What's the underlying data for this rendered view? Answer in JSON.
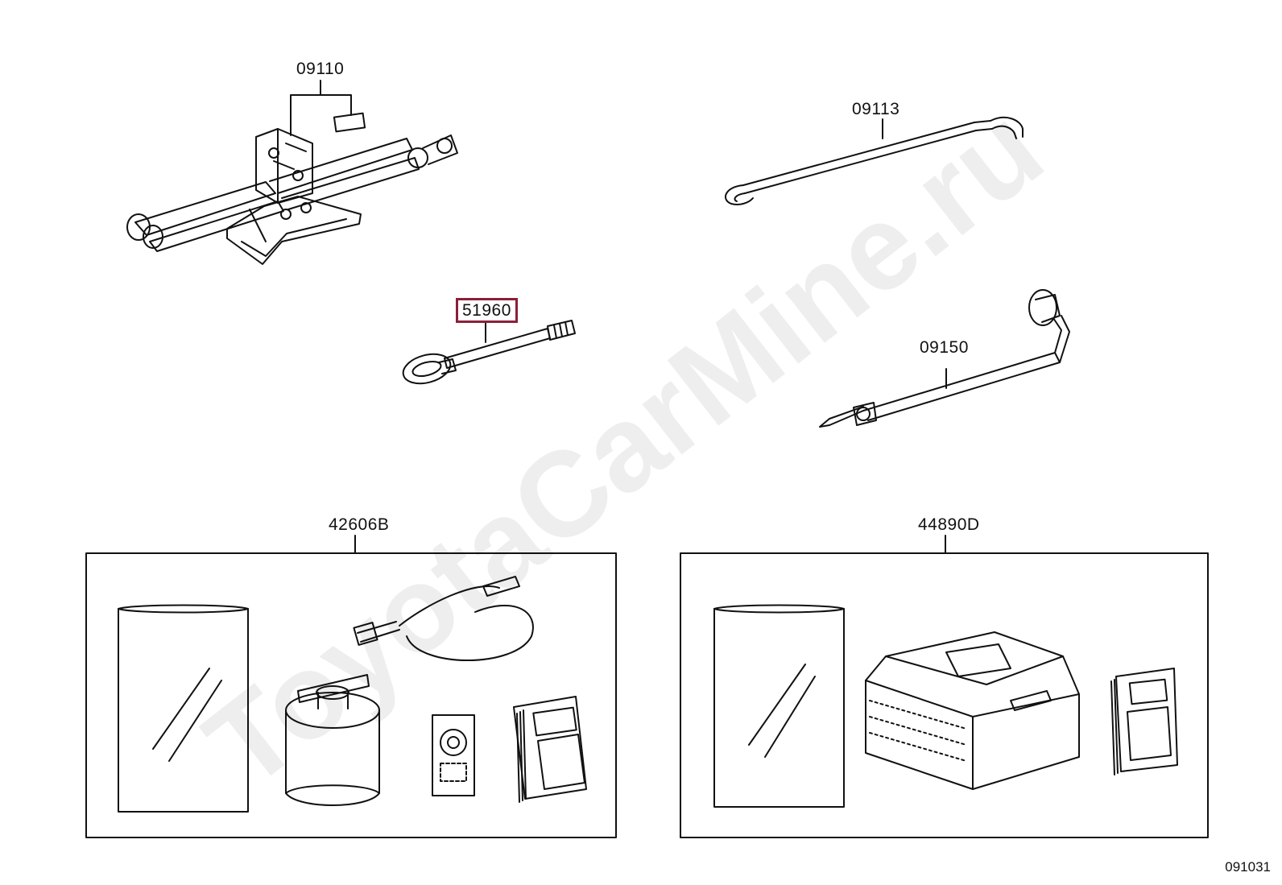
{
  "watermark": "ToyotaCarMine.ru",
  "diagram_code": "091031",
  "parts": [
    {
      "id": "jack",
      "number": "09110",
      "highlighted": false
    },
    {
      "id": "jack-handle",
      "number": "09113",
      "highlighted": false
    },
    {
      "id": "towing-eye",
      "number": "51960",
      "highlighted": true
    },
    {
      "id": "wheel-wrench",
      "number": "09150",
      "highlighted": false
    },
    {
      "id": "tire-repair-kit",
      "number": "42606B",
      "highlighted": false
    },
    {
      "id": "compressor-kit",
      "number": "44890D",
      "highlighted": false
    }
  ],
  "colors": {
    "highlight": "#8b1f3a",
    "line": "#111111",
    "watermark": "#eeeeee"
  }
}
